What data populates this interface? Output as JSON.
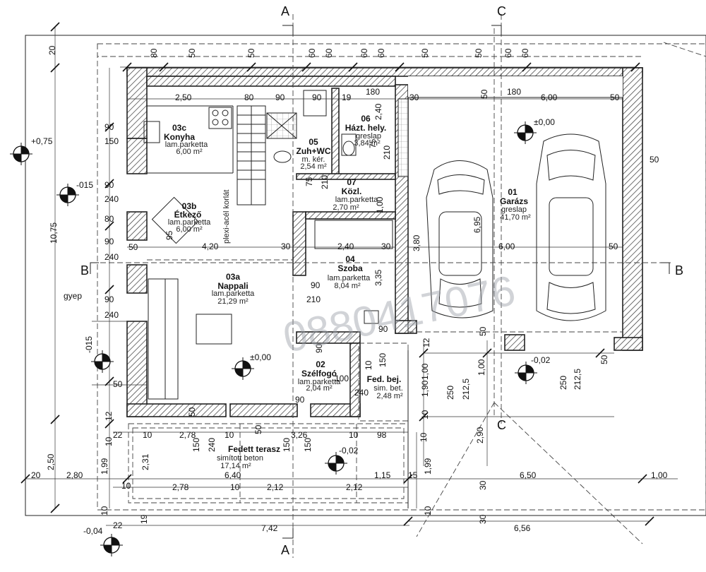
{
  "rooms": [
    {
      "id": "03c",
      "name": "Konyha",
      "surface": "lam.parketta",
      "area": "6,00 m²"
    },
    {
      "id": "03b",
      "name": "Étkező",
      "surface": "lam.parketta",
      "area": "6,00 m²"
    },
    {
      "id": "03a",
      "name": "Nappali",
      "surface": "lam.parketta",
      "area": "21,29 m²"
    },
    {
      "id": "05",
      "name": "Zuh+WC",
      "surface": "m. kér.",
      "area": "2,54 m²"
    },
    {
      "id": "06",
      "name": "Házt. hely.",
      "surface": "greslap",
      "area": "3,84 m²"
    },
    {
      "id": "07",
      "name": "Közl.",
      "surface": "lam.parketta",
      "area": "2,70 m²"
    },
    {
      "id": "04",
      "name": "Szoba",
      "surface": "lam.parketta",
      "area": "8,04 m²"
    },
    {
      "id": "02",
      "name": "Szélfogó",
      "surface": "lam.parketta",
      "area": "2,04 m²"
    },
    {
      "id": "01",
      "name": "Garázs",
      "surface": "greslap",
      "area": "41,70 m²"
    }
  ],
  "extra_areas": {
    "fed_bej": {
      "name": "Fed. bej.",
      "surface": "sim. bet.",
      "area": "2,48 m²"
    },
    "terasz": {
      "name": "Fedett terasz",
      "surface": "simított beton",
      "area": "17,14 m²"
    }
  },
  "labels": {
    "plexi": "plexi-acél korlát",
    "gyep": "gyep",
    "watermark": "0880417076"
  },
  "levels": {
    "l075": "+0,75",
    "l015a": "-015",
    "l015b": "-015",
    "l000a": "±0,00",
    "l000b": "±0,00",
    "l002a": "-0,02",
    "l002b": "-0,02",
    "l004": "-0,04"
  },
  "sections": {
    "a": "A",
    "b": "B",
    "c": "C"
  },
  "dims": {
    "d80": "80",
    "d50": "50",
    "d60": "60",
    "d20": "20",
    "d250": "2,50",
    "d90": "90",
    "d19": "19",
    "d180": "180",
    "d30": "30",
    "d600": "6,00",
    "d240": "2,40",
    "d150": "150",
    "d240s": "240",
    "d1075": "10,75",
    "d420": "4,20",
    "d695": "6,95",
    "d380": "3,80",
    "d210": "210",
    "d75": "75",
    "d100": "1,00",
    "d335": "3,35",
    "d2125": "212,5",
    "d250s": "250",
    "d190": "1,90",
    "d290": "2,90",
    "d12": "12",
    "d22": "22",
    "d10": "10",
    "d278": "2,78",
    "d326": "3,26",
    "d98": "98",
    "d231": "2,31",
    "d199": "1,99",
    "d640": "6,40",
    "d115": "1,15",
    "d212": "2,12",
    "d280": "2,80",
    "d650": "6,50",
    "d742": "7,42",
    "d656": "6,56",
    "d15": "15",
    "d100s": "100",
    "d95": "95"
  }
}
